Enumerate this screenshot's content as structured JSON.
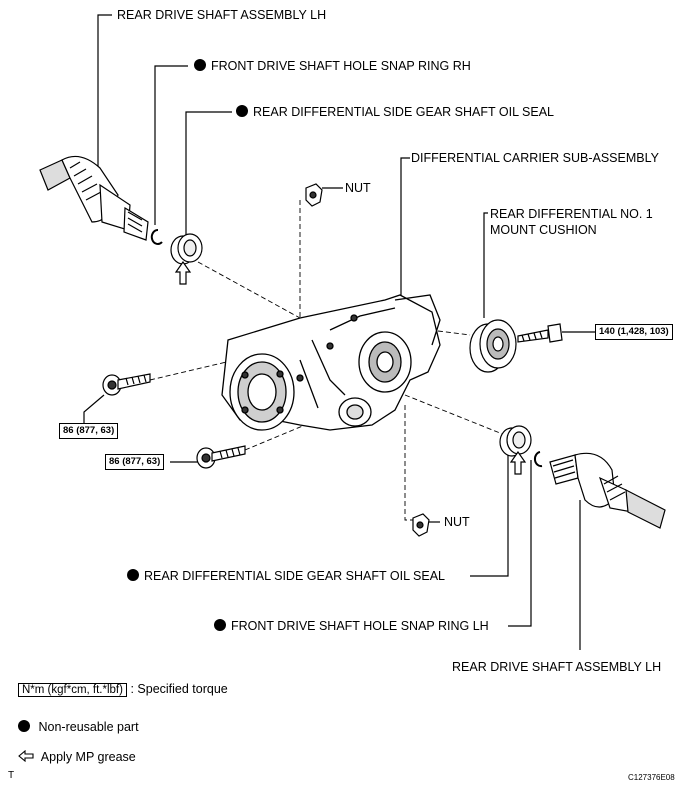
{
  "labels": {
    "rear_drive_shaft_top": "REAR DRIVE SHAFT ASSEMBLY LH",
    "front_snap_ring_rh": "FRONT DRIVE SHAFT HOLE SNAP RING RH",
    "oil_seal_top": "REAR DIFFERENTIAL SIDE GEAR SHAFT OIL SEAL",
    "diff_carrier": "DIFFERENTIAL CARRIER SUB-ASSEMBLY",
    "nut_top": "NUT",
    "mount_cushion_line1": "REAR DIFFERENTIAL NO. 1",
    "mount_cushion_line2": "MOUNT CUSHION",
    "torque_140": "140 (1,428, 103)",
    "torque_86_a": "86 (877, 63)",
    "torque_86_b": "86 (877, 63)",
    "nut_bottom": "NUT",
    "oil_seal_bottom": "REAR DIFFERENTIAL SIDE GEAR SHAFT OIL SEAL",
    "front_snap_ring_lh": "FRONT DRIVE SHAFT HOLE SNAP RING LH",
    "rear_drive_shaft_bottom": "REAR DRIVE SHAFT ASSEMBLY LH"
  },
  "legend": {
    "torque_unit": "N*m (kgf*cm, ft.*lbf)",
    "torque_text": ": Specified torque",
    "non_reusable": "Non-reusable part",
    "grease": "Apply MP grease"
  },
  "footer": {
    "left_mark": "T",
    "figure_code": "C127376E08"
  },
  "icons": {
    "non_reusable": "filled-circle-icon",
    "grease": "hollow-arrow-icon"
  }
}
